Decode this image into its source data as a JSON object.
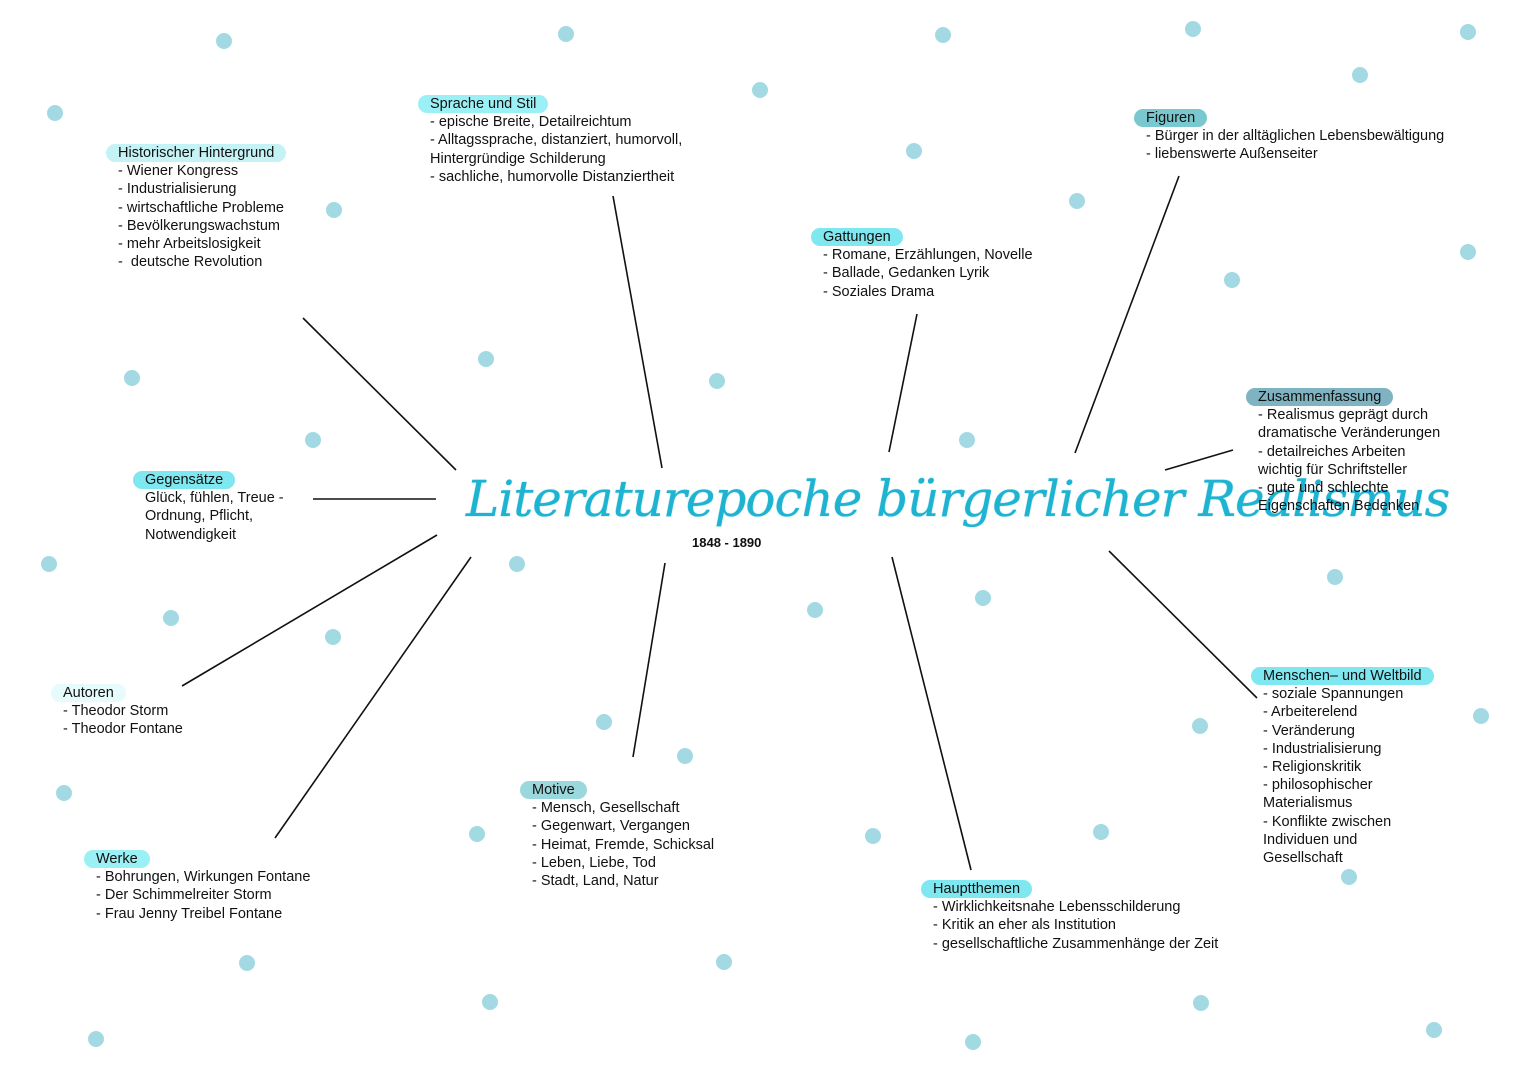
{
  "colors": {
    "dot": "#a3d9e3",
    "title": "#1fb3d2",
    "line": "#111111",
    "highlight_light": "#c4f2f5",
    "highlight_cyan": "#7ee7ef",
    "highlight_teal": "#7ac8cf",
    "highlight_dark": "#7fb3c2"
  },
  "center": {
    "title": "Literaturepoche bürgerlicher Realismus",
    "subtitle": "1848 - 1890"
  },
  "nodes": {
    "historisch": {
      "title": "Historischer Hintergrund",
      "items": [
        "- Wiener Kongress",
        "- Industrialisierung",
        "- wirtschaftliche Probleme",
        "- Bevölkerungswachstum",
        "- mehr Arbeitslosigkeit",
        "-  deutsche Revolution"
      ]
    },
    "sprache": {
      "title": "Sprache und Stil",
      "items": [
        "- epische Breite, Detailreichtum",
        "- Alltagssprache, distanziert, humorvoll,",
        "Hintergründige Schilderung",
        "- sachliche, humorvolle Distanziertheit"
      ]
    },
    "gattungen": {
      "title": "Gattungen",
      "items": [
        "- Romane, Erzählungen, Novelle",
        "- Ballade, Gedanken Lyrik",
        "- Soziales Drama"
      ]
    },
    "figuren": {
      "title": "Figuren",
      "items": [
        "- Bürger in der alltäglichen Lebensbewältigung",
        "- liebenswerte Außenseiter"
      ]
    },
    "zusammenfassung": {
      "title": "Zusammenfassung",
      "items": [
        "- Realismus geprägt durch",
        "dramatische Veränderungen",
        "- detailreiches Arbeiten",
        "wichtig für Schriftsteller",
        "- gute und schlechte",
        "Eigenschaften Bedenken"
      ]
    },
    "gegensaetze": {
      "title": "Gegensätze",
      "items": [
        "Glück, fühlen, Treue -",
        "Ordnung, Pflicht,",
        "Notwendigkeit"
      ]
    },
    "autoren": {
      "title": "Autoren",
      "items": [
        "- Theodor Storm",
        "- Theodor Fontane"
      ]
    },
    "werke": {
      "title": "Werke",
      "items": [
        "- Bohrungen, Wirkungen Fontane",
        "- Der Schimmelreiter Storm",
        "- Frau Jenny Treibel Fontane"
      ]
    },
    "motive": {
      "title": "Motive",
      "items": [
        "- Mensch, Gesellschaft",
        "- Gegenwart, Vergangen",
        "- Heimat, Fremde, Schicksal",
        "- Leben, Liebe, Tod",
        "- Stadt, Land, Natur"
      ]
    },
    "hauptthemen": {
      "title": "Hauptthemen",
      "items": [
        "- Wirklichkeitsnahe Lebensschilderung",
        "- Kritik an eher als Institution",
        "- gesellschaftliche Zusammenhänge der Zeit"
      ]
    },
    "menschenbild": {
      "title": "Menschen– und Weltbild",
      "items": [
        "- soziale Spannungen",
        "- Arbeiterelend",
        "- Veränderung",
        "- Industrialisierung",
        "- Religionskritik",
        "- philosophischer",
        "Materialismus",
        "- Konflikte zwischen",
        "Individuen und",
        "Gesellschaft"
      ]
    }
  }
}
